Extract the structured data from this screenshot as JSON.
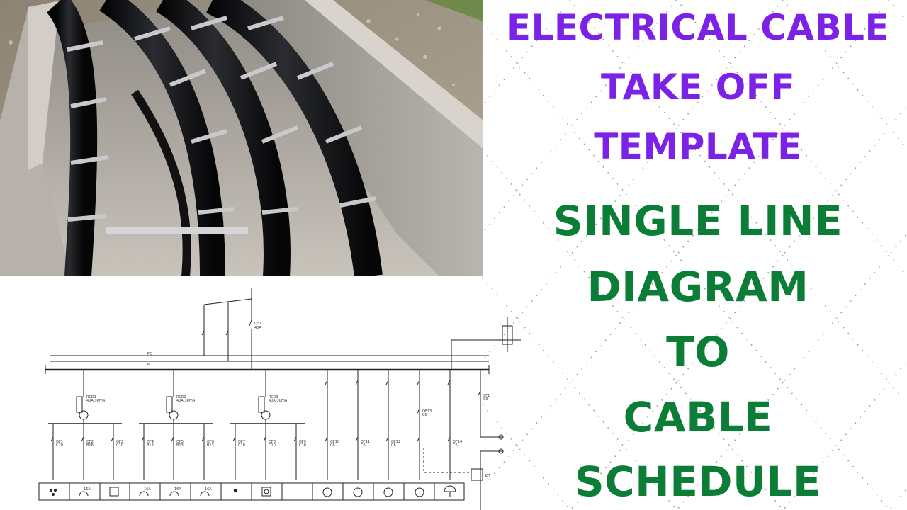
{
  "headline": {
    "line1": "ELECTRICAL CABLE",
    "line2": "TAKE OFF",
    "line3": "TEMPLATE"
  },
  "subheadline": {
    "line1": "SINGLE LINE",
    "line2": "DIAGRAM",
    "line3": "TO",
    "line4": "CABLE",
    "line5": "SCHEDULE"
  },
  "colors": {
    "headline": "#7b22e6",
    "subheadline": "#0c7d37",
    "cable": "#0d0d0f",
    "concrete": "#a8a49d"
  },
  "photo": {
    "subject": "cable-trench-photo"
  },
  "diagram": {
    "main_breaker": "QS1",
    "main_rating": "40A",
    "bus_labels": [
      "PE",
      "N"
    ],
    "rcd": [
      {
        "name": "RCD1",
        "rating": "40A/30mA"
      },
      {
        "name": "RCD2",
        "rating": "40A/30mA"
      },
      {
        "name": "RCD3",
        "rating": "40A/30mA"
      }
    ],
    "breakers": [
      {
        "name": "QF1",
        "rating": "C20"
      },
      {
        "name": "QF2",
        "rating": "B16"
      },
      {
        "name": "QF3",
        "rating": "C10"
      },
      {
        "name": "QF4",
        "rating": "B13"
      },
      {
        "name": "QF5",
        "rating": "B13"
      },
      {
        "name": "QF6",
        "rating": "B13"
      },
      {
        "name": "QF7",
        "rating": "C10"
      },
      {
        "name": "QF8",
        "rating": "C10"
      },
      {
        "name": "QF9",
        "rating": "C10"
      },
      {
        "name": "QF10",
        "rating": "C6"
      },
      {
        "name": "QF11",
        "rating": "C6"
      },
      {
        "name": "QF12",
        "rating": "C6"
      },
      {
        "name": "QF13",
        "rating": "C6"
      },
      {
        "name": "QF14",
        "rating": "C6"
      }
    ],
    "aux_breaker": {
      "name": "SF1",
      "rating": "C6"
    },
    "contactor": "K1",
    "load_labels": [
      "16A",
      "16A",
      "16A",
      "16A"
    ]
  }
}
